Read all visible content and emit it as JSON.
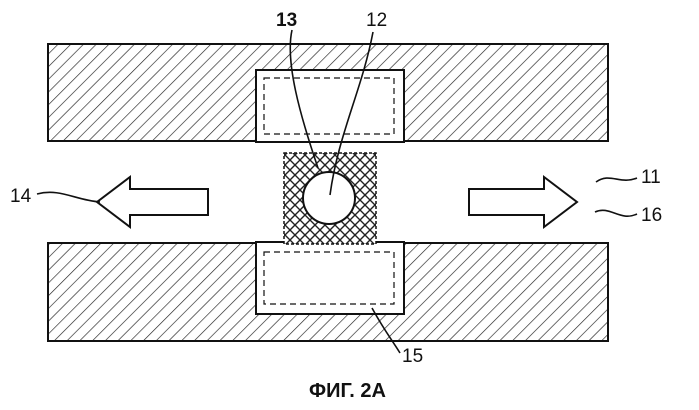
{
  "figure": {
    "caption": "ФИГ. 2А",
    "labels": {
      "l11": "11",
      "l12": "12",
      "l13": "13",
      "l14": "14",
      "l15": "15",
      "l16": "16"
    }
  }
}
